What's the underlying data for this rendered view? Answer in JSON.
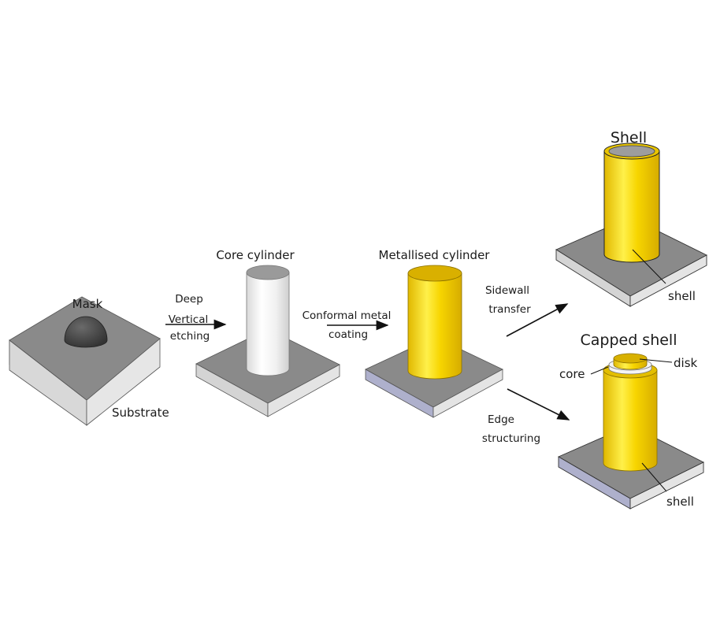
{
  "labels": {
    "mask": "Mask",
    "substrate": "Substrate",
    "step1_line1": "Deep",
    "step1_line2": "Vertical",
    "step1_line3": "etching",
    "core_cylinder": "Core cylinder",
    "step2_line1": "Conformal metal",
    "step2_line2": "coating",
    "metallised_cylinder": "Metallised cylinder",
    "step3a_line1": "Sidewall",
    "step3a_line2": "transfer",
    "step3b_line1": "Edge",
    "step3b_line2": "structuring",
    "shell_title": "Shell",
    "shell_label_1": "shell",
    "capped_shell_title": "Capped shell",
    "core_label": "core",
    "disk_label": "disk",
    "shell_label_2": "shell"
  },
  "colors": {
    "gold": "#f2cc00",
    "gold_dark": "#c9a400",
    "gold_light": "#fff06a",
    "slab_top": "#8c8c8c",
    "slab_side": "#d2d2d2",
    "slab_side_blue": "#aeb0cc",
    "mask": "#4a4a4a",
    "core": "#f2f2f2"
  }
}
